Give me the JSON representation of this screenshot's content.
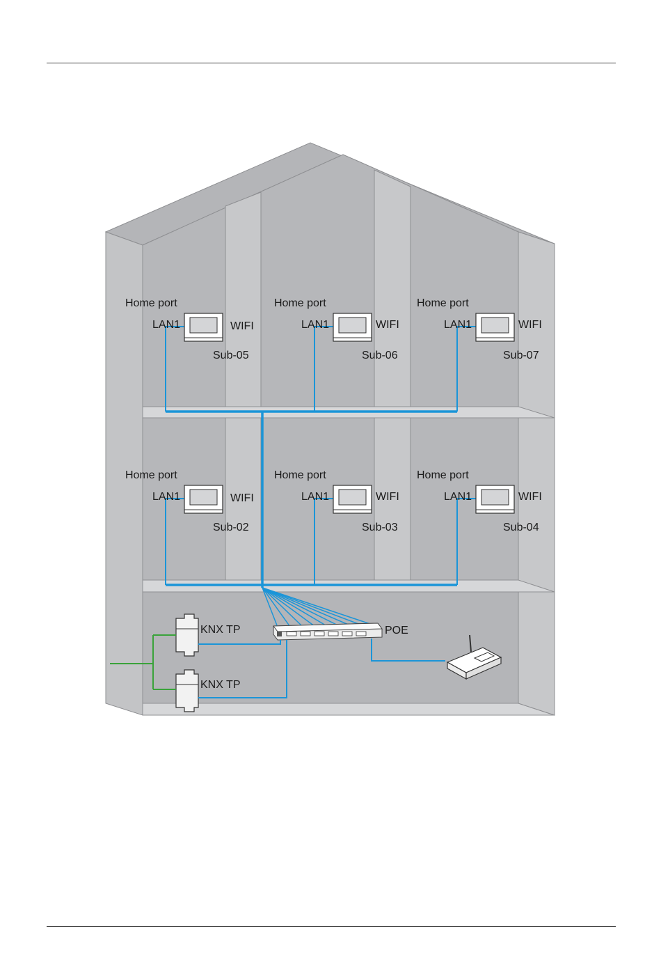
{
  "diagram": {
    "floors": [
      {
        "units": [
          {
            "home_port": "Home port",
            "lan": "LAN1",
            "wifi": "WIFI",
            "sub": "Sub-05"
          },
          {
            "home_port": "Home port",
            "lan": "LAN1",
            "wifi": "WIFI",
            "sub": "Sub-06"
          },
          {
            "home_port": "Home port",
            "lan": "LAN1",
            "wifi": "WIFI",
            "sub": "Sub-07"
          }
        ]
      },
      {
        "units": [
          {
            "home_port": "Home port",
            "lan": "LAN1",
            "wifi": "WIFI",
            "sub": "Sub-02"
          },
          {
            "home_port": "Home port",
            "lan": "LAN1",
            "wifi": "WIFI",
            "sub": "Sub-03"
          },
          {
            "home_port": "Home port",
            "lan": "LAN1",
            "wifi": "WIFI",
            "sub": "Sub-04"
          }
        ]
      }
    ],
    "basement": {
      "poe_label": "POE",
      "knx_1": "KNX TP",
      "knx_2": "KNX TP"
    },
    "colors": {
      "network_line": "#1b95d8",
      "bus_line": "#3aa33a",
      "wall_dark": "#b4b5b8",
      "wall_light": "#c7c8ca",
      "floor_slab": "#d6d7d9"
    },
    "icons": [
      "monitor-icon",
      "poe-switch-icon",
      "knx-module-icon",
      "router-icon"
    ]
  }
}
